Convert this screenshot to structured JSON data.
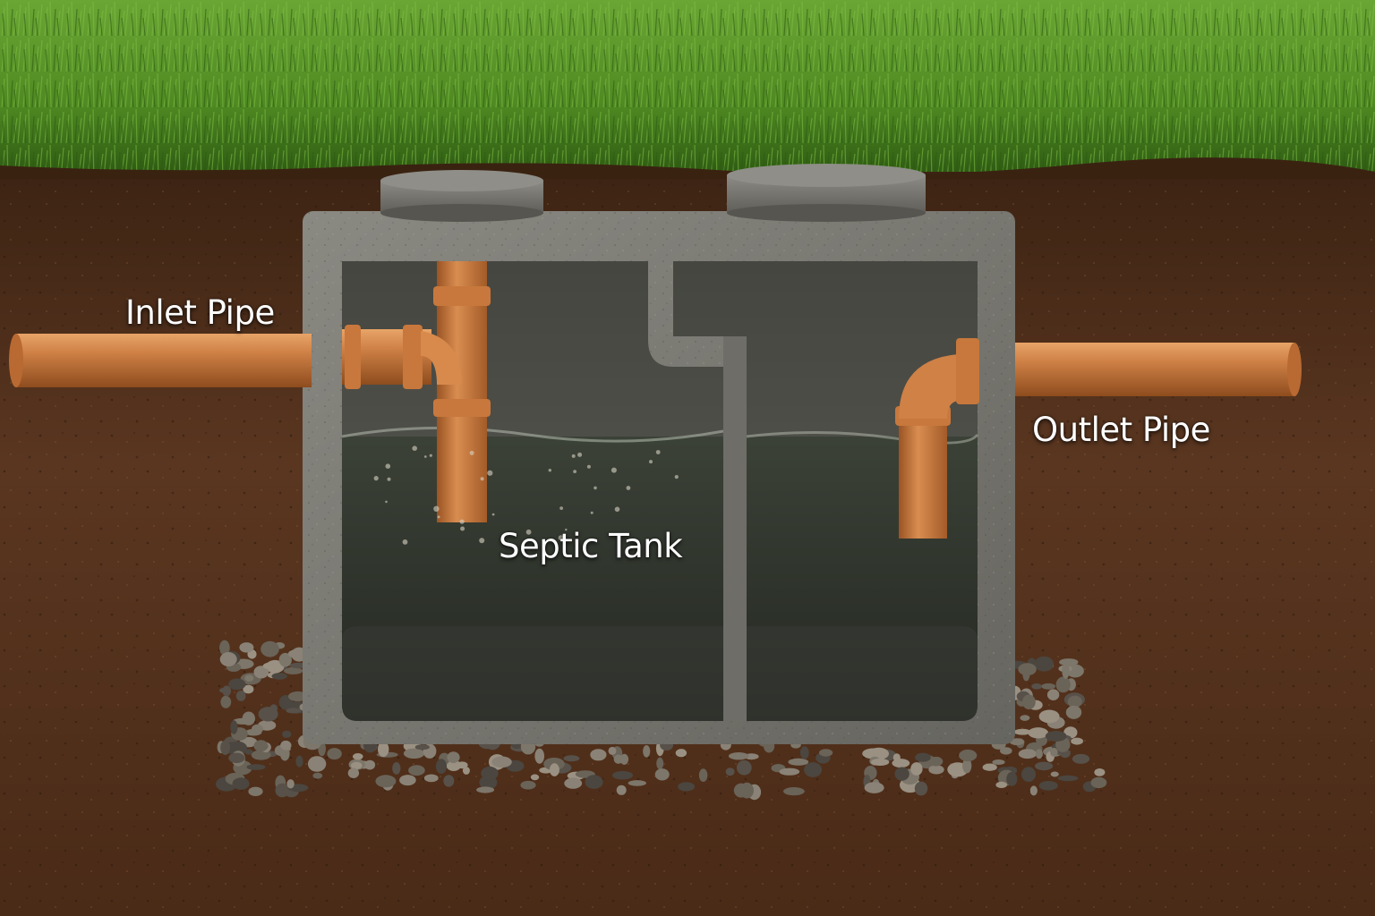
{
  "labels": {
    "inlet_pipe": "Inlet Pipe",
    "septic_tank": "Septic Tank",
    "outlet_pipe": "Outlet Pipe"
  },
  "colors": {
    "grass": "#4f8a22",
    "soil": "#5a3620",
    "concrete": "#7b7a74",
    "pipe": "#c97a3e",
    "water": "#2c3128",
    "gravel": "#6a6358",
    "label_text": "#ffffff"
  }
}
